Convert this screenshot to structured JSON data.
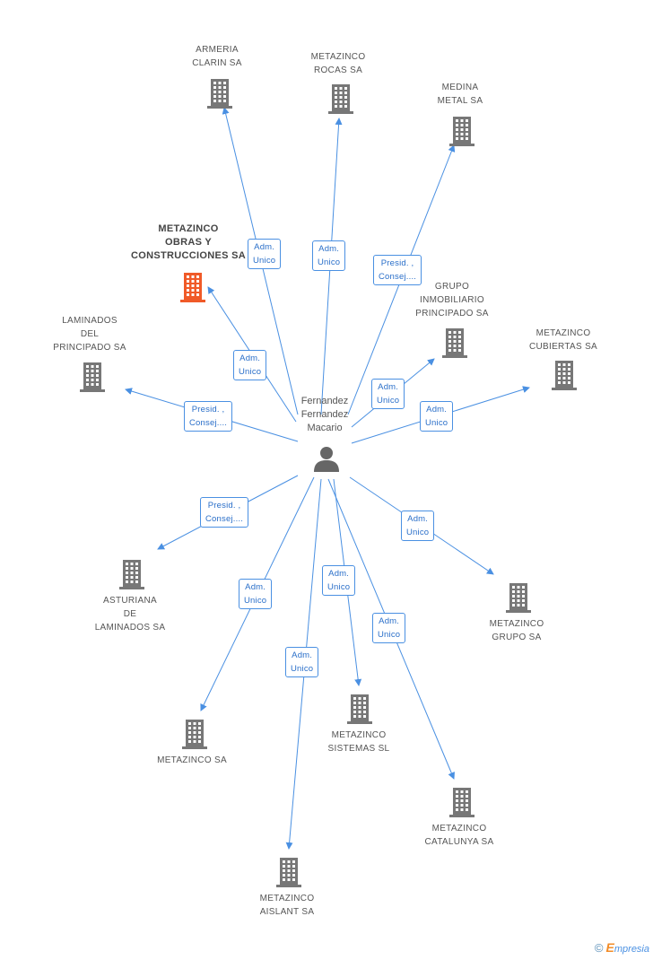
{
  "center": {
    "name": "Fernandez\nFernandez\nMacario"
  },
  "colors": {
    "edge": "#4a90e2",
    "building": "#777777",
    "highlight": "#f05a28"
  },
  "nodes": [
    {
      "id": "armeria",
      "label": "ARMERIA\nCLARIN SA",
      "highlight": false,
      "role": "Adm.\nUnico"
    },
    {
      "id": "rocas",
      "label": "METAZINCO\nROCAS SA",
      "highlight": false,
      "role": "Adm.\nUnico"
    },
    {
      "id": "medina",
      "label": "MEDINA\nMETAL SA",
      "highlight": false,
      "role": "Presid. ,\nConsej...."
    },
    {
      "id": "obras",
      "label": "METAZINCO\nOBRAS Y\nCONSTRUCCIONES SA",
      "highlight": true,
      "role": "Adm.\nUnico"
    },
    {
      "id": "grupo_inm",
      "label": "GRUPO\nINMOBILIARIO\nPRINCIPADO SA",
      "highlight": false,
      "role": "Adm.\nUnico"
    },
    {
      "id": "laminados",
      "label": "LAMINADOS\nDEL\nPRINCIPADO SA",
      "highlight": false,
      "role": "Presid. ,\nConsej...."
    },
    {
      "id": "cubiertas",
      "label": "METAZINCO\nCUBIERTAS SA",
      "highlight": false,
      "role": "Adm.\nUnico"
    },
    {
      "id": "asturiana",
      "label": "ASTURIANA\nDE\nLAMINADOS SA",
      "highlight": false,
      "role": "Presid. ,\nConsej...."
    },
    {
      "id": "grupo",
      "label": "METAZINCO\nGRUPO SA",
      "highlight": false,
      "role": "Adm.\nUnico"
    },
    {
      "id": "metazinco",
      "label": "METAZINCO SA",
      "highlight": false,
      "role": "Adm.\nUnico"
    },
    {
      "id": "sistemas",
      "label": "METAZINCO\nSISTEMAS SL",
      "highlight": false,
      "role": "Adm.\nUnico"
    },
    {
      "id": "catalunya",
      "label": "METAZINCO\nCATALUNYA SA",
      "highlight": false,
      "role": "Adm.\nUnico"
    },
    {
      "id": "aislant",
      "label": "METAZINCO\nAISLANT SA",
      "highlight": false,
      "role": "Adm.\nUnico"
    }
  ],
  "footer": {
    "copyright": "©",
    "brand_first": "E",
    "brand_rest": "mpresia"
  }
}
